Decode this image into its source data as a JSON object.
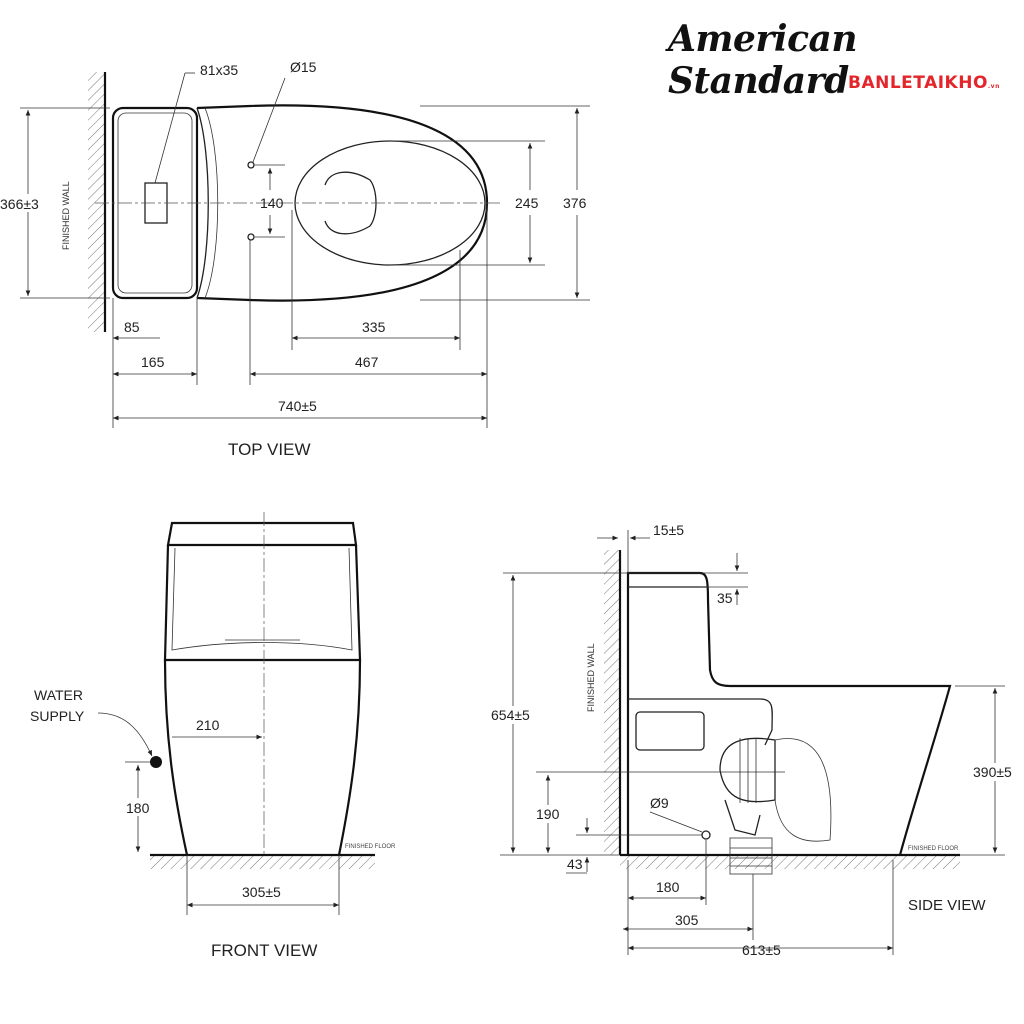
{
  "logo": {
    "brand_name": "American Standard",
    "dealer": "BANLETAIKHO",
    "dealer_suffix": ".vn"
  },
  "top_view": {
    "title": "TOP VIEW",
    "wall_label": "FINISHED WALL",
    "dims": {
      "button": "81x35",
      "hole": "Ø15",
      "width_total": "366±3",
      "hole_spacing": "140",
      "seat_width": "245",
      "overall_width": "376",
      "d85": "85",
      "d335": "335",
      "d165": "165",
      "d467": "467",
      "length": "740±5"
    }
  },
  "front_view": {
    "title": "FRONT VIEW",
    "water_supply": "WATER\nSUPPLY",
    "water_supply_l1": "WATER",
    "water_supply_l2": "SUPPLY",
    "floor_label": "FINISHED FLOOR",
    "dims": {
      "d210": "210",
      "d180": "180",
      "base_width": "305±5"
    }
  },
  "side_view": {
    "title": "SIDE VIEW",
    "wall_label": "FINISHED WALL",
    "floor_label": "FINISHED FLOOR",
    "dims": {
      "gap": "15±5",
      "lid": "35",
      "height": "654±5",
      "seat_height": "390±5",
      "d190": "190",
      "pipe": "Ø9",
      "d43": "43",
      "d180": "180",
      "d305": "305",
      "depth": "613±5"
    }
  }
}
